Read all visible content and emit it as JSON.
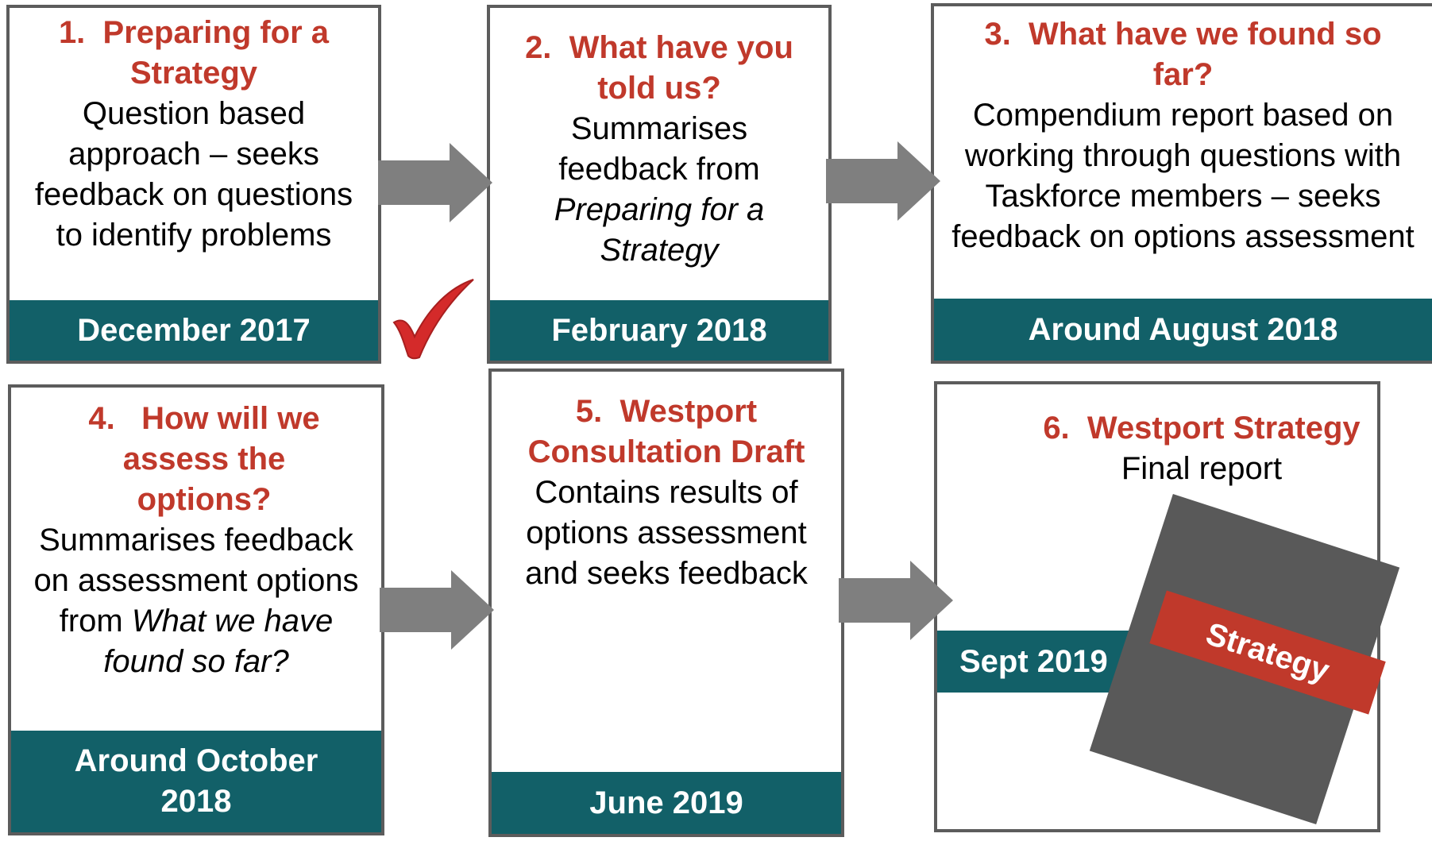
{
  "steps": [
    {
      "number": "1.",
      "title": "Preparing for a Strategy",
      "body": "Question based approach – seeks feedback on questions to identify problems",
      "date": "December 2017"
    },
    {
      "number": "2.",
      "title": "What have you told us?",
      "body": "Summarises feedback from",
      "body_italic": "Preparing for a Strategy",
      "date": "February 2018"
    },
    {
      "number": "3.",
      "title": "What have we  found so far?",
      "body": "Compendium report based on working through questions with Taskforce members – seeks feedback on options assessment",
      "date": "Around August 2018"
    },
    {
      "number": "4.",
      "title": "How will we assess the options?",
      "body": "Summarises feedback on assessment options from",
      "body_italic": "What we have found so far?",
      "date": "Around October 2018"
    },
    {
      "number": "5.",
      "title": "Westport Consultation Draft",
      "body": "Contains results of options assessment and seeks feedback",
      "date": "June 2019"
    },
    {
      "number": "6.",
      "title": "Westport  Strategy",
      "body": "Final report",
      "date": "Sept 2019"
    }
  ],
  "book_label": "Strategy",
  "icons": [
    "check-mark-icon",
    "right-arrow-icon",
    "strategy-book-icon"
  ],
  "colors": {
    "title_red": "#c0392b",
    "date_band_teal": "#126068",
    "box_border": "#5c5c5c",
    "arrow_gray": "#7f7f7f",
    "book_gray": "#595959",
    "book_band_red": "#c0392b",
    "check_red": "#d42a2a"
  }
}
